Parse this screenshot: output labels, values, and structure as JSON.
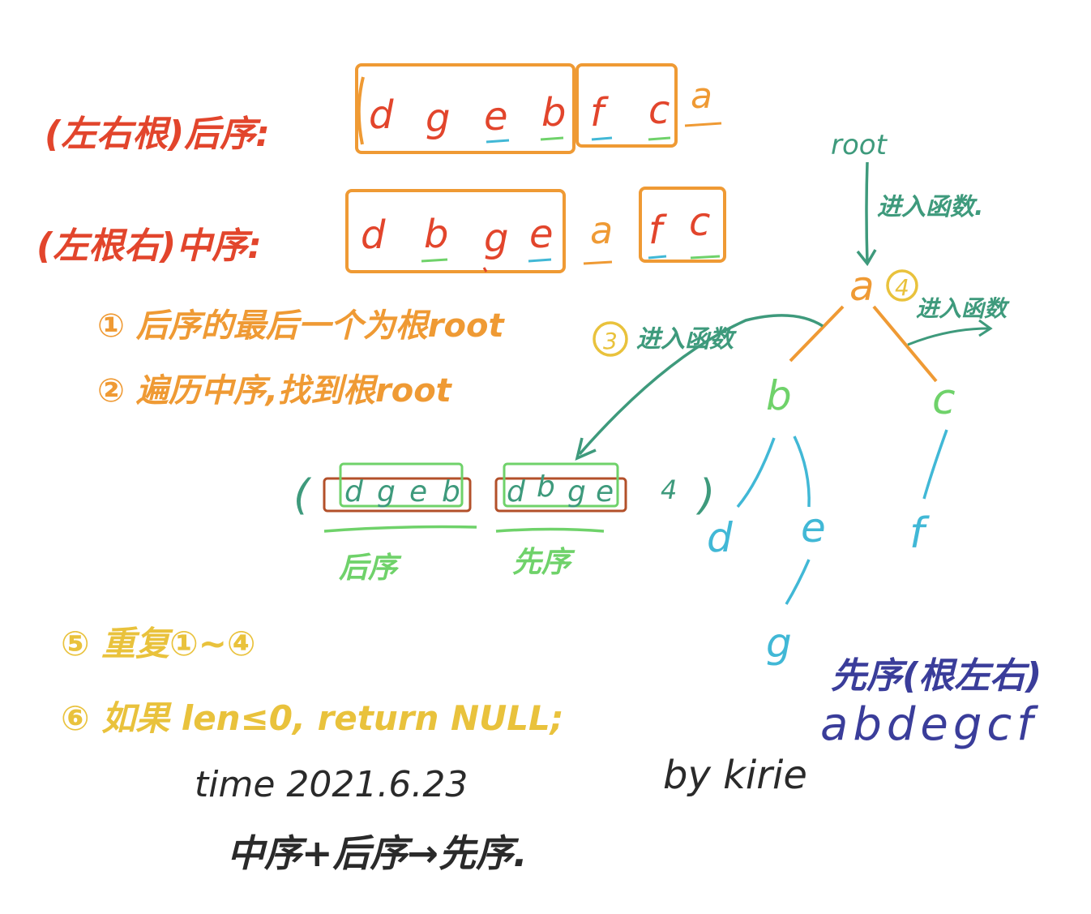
{
  "colors": {
    "red": "#e2452c",
    "orange": "#ef9a34",
    "green": "#3e9a7c",
    "lightgreen": "#6fd26a",
    "blue": "#41b8d6",
    "yellow": "#e9c23c",
    "navy": "#3a3d9a",
    "black": "#2a2a2a",
    "brown": "#b3502a"
  },
  "postorder": {
    "label": "(左右根)后序:",
    "letters": [
      "d",
      "g",
      "e",
      "b",
      "f",
      "c",
      "a"
    ]
  },
  "inorder": {
    "label": "(左根右)中序:",
    "letters": [
      "d",
      "b",
      "g",
      "e",
      "a",
      "f",
      "c"
    ]
  },
  "steps": [
    "① 后序的最后一个为根root",
    "② 遍历中序,找到根root",
    "⑤ 重复①~④",
    "⑥ 如果 len≤0, return NULL;"
  ],
  "tree": {
    "root_label": "root",
    "into_func_top": "进入函数.",
    "step3_badge": "3",
    "step3_label": "进入函数",
    "step4_badge": "4",
    "step4_label": "进入函数",
    "nodes": [
      "a",
      "b",
      "c",
      "d",
      "e",
      "f",
      "g"
    ]
  },
  "recursion": {
    "open_paren": "(",
    "sub1_letters": [
      "d",
      "g",
      "e",
      "b"
    ],
    "sub2_letters": [
      "d",
      "b",
      "g",
      "e"
    ],
    "count": "4",
    "close_paren": ")",
    "label1": "后序",
    "label2": "先序"
  },
  "preorder": {
    "label": "先序(根左右)",
    "value": "abdegcf"
  },
  "footer": {
    "time": "time 2021.6.23",
    "by": "by kirie",
    "title": "中序+后序→先序."
  }
}
